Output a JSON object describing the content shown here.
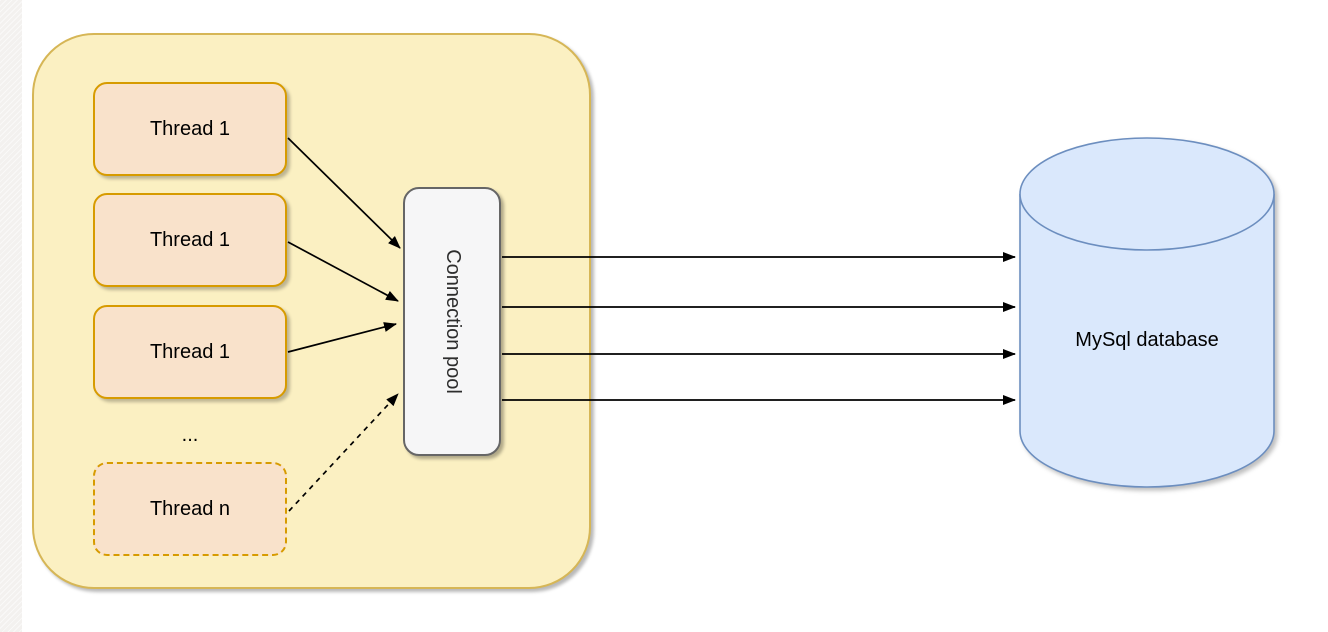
{
  "diagram": {
    "threads": [
      {
        "label": "Thread 1"
      },
      {
        "label": "Thread 1"
      },
      {
        "label": "Thread 1"
      }
    ],
    "ellipsis": "...",
    "thread_n": {
      "label": "Thread n"
    },
    "pool": {
      "label": "Connection pool"
    },
    "database": {
      "label": "MySql database"
    }
  },
  "colors": {
    "page_bg": "#ffffff",
    "edge_strip": "#f3f1ef",
    "group_fill": "#fbf0c2",
    "group_border": "#d6b656",
    "thread_fill": "#f9e2cb",
    "thread_border": "#d79b00",
    "pool_fill": "#f6f6f7",
    "pool_border": "#666666",
    "db_fill": "#dae8fc",
    "db_border": "#6c8ebf",
    "arrow": "#000000",
    "text": "#000000"
  }
}
